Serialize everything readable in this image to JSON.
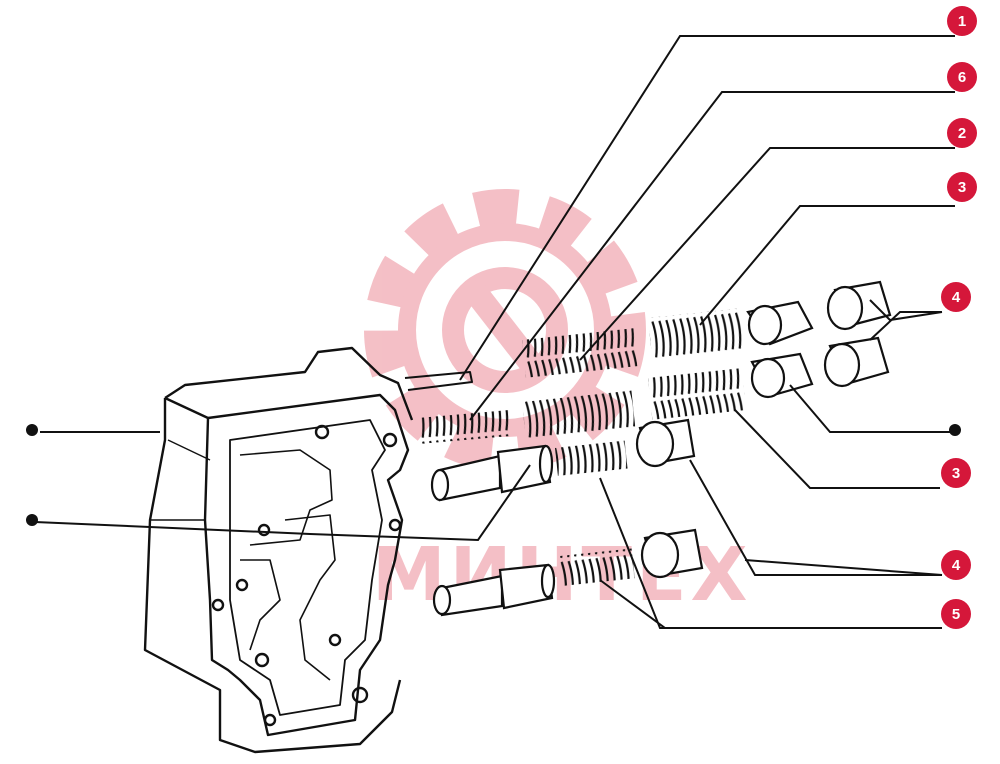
{
  "colors": {
    "ink": "#111111",
    "badge": "#d5173a",
    "badge_text": "#ffffff",
    "watermark": "#f3b9c0"
  },
  "watermark": {
    "text": "МИНТЕХ",
    "icon": "gear-logo-icon"
  },
  "callouts": [
    {
      "label": "1"
    },
    {
      "label": "6"
    },
    {
      "label": "2"
    },
    {
      "label": "3"
    },
    {
      "label": "4"
    },
    {
      "label": "3"
    },
    {
      "label": "4"
    },
    {
      "label": "5"
    }
  ]
}
